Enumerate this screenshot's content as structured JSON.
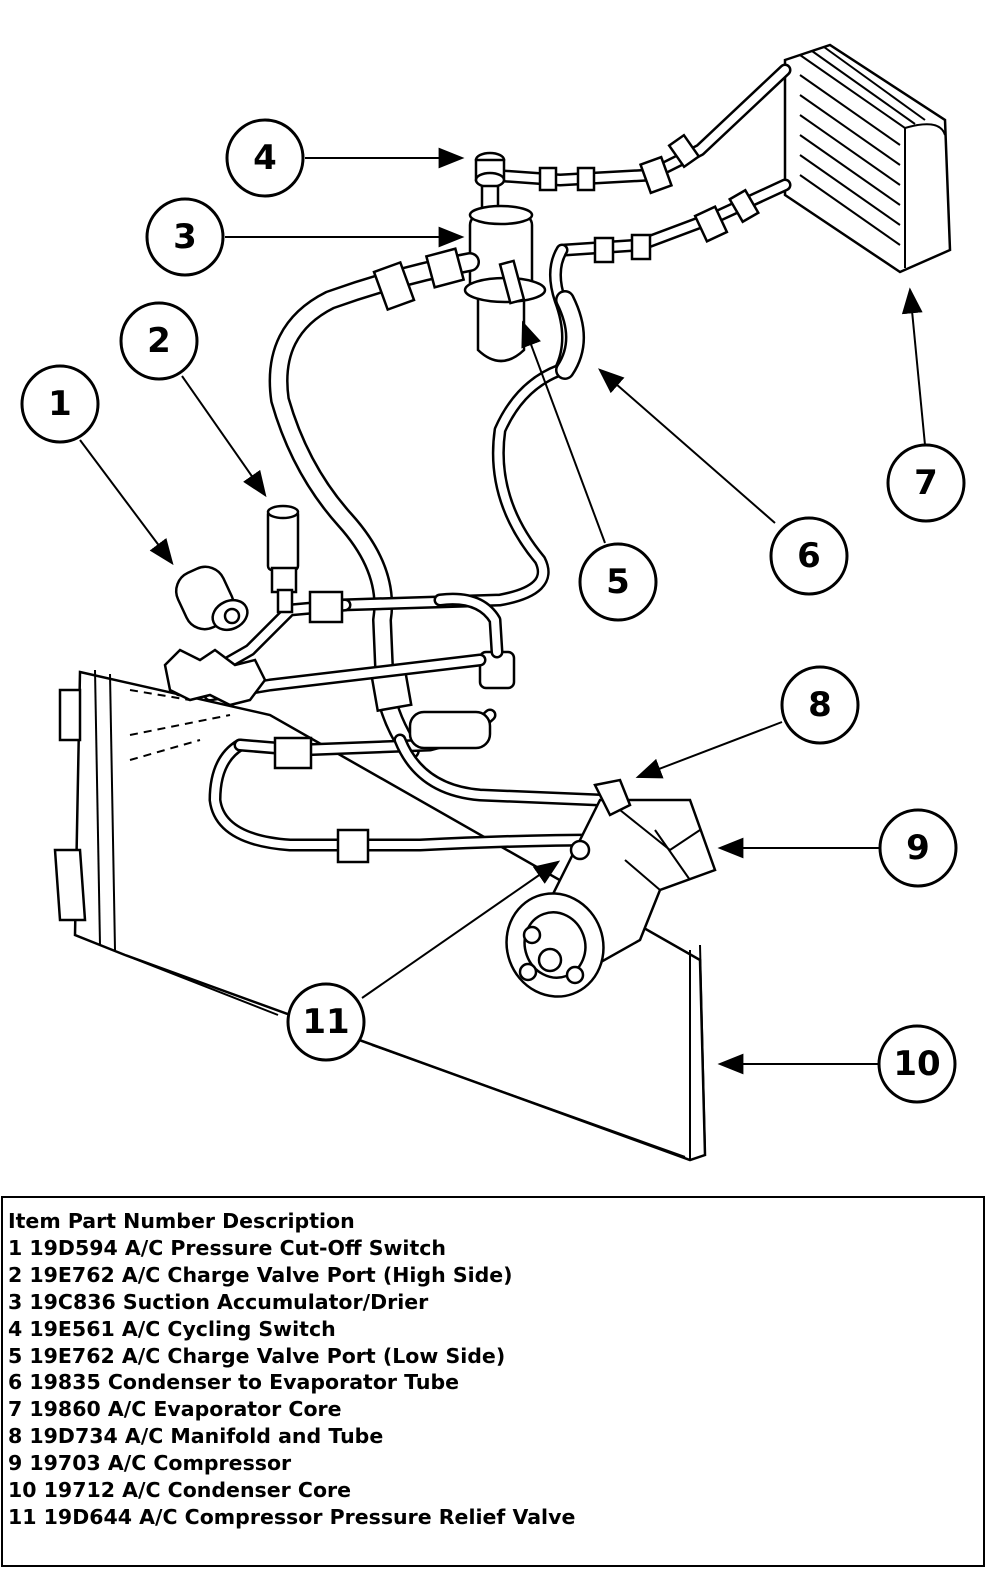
{
  "callouts": [
    "1",
    "2",
    "3",
    "4",
    "5",
    "6",
    "7",
    "8",
    "9",
    "10",
    "11"
  ],
  "legend": {
    "header": "Item Part Number Description",
    "rows": [
      "1 19D594 A/C Pressure Cut-Off Switch",
      "2 19E762 A/C Charge Valve Port (High Side)",
      "3 19C836 Suction Accumulator/Drier",
      "4 19E561 A/C Cycling Switch",
      "5 19E762 A/C Charge Valve Port (Low Side)",
      "6 19835 Condenser to Evaporator Tube",
      "7 19860 A/C Evaporator Core",
      "8 19D734 A/C Manifold and Tube",
      "9 19703 A/C Compressor",
      "10 19712 A/C Condenser Core",
      "11 19D644 A/C Compressor Pressure Relief Valve"
    ]
  }
}
